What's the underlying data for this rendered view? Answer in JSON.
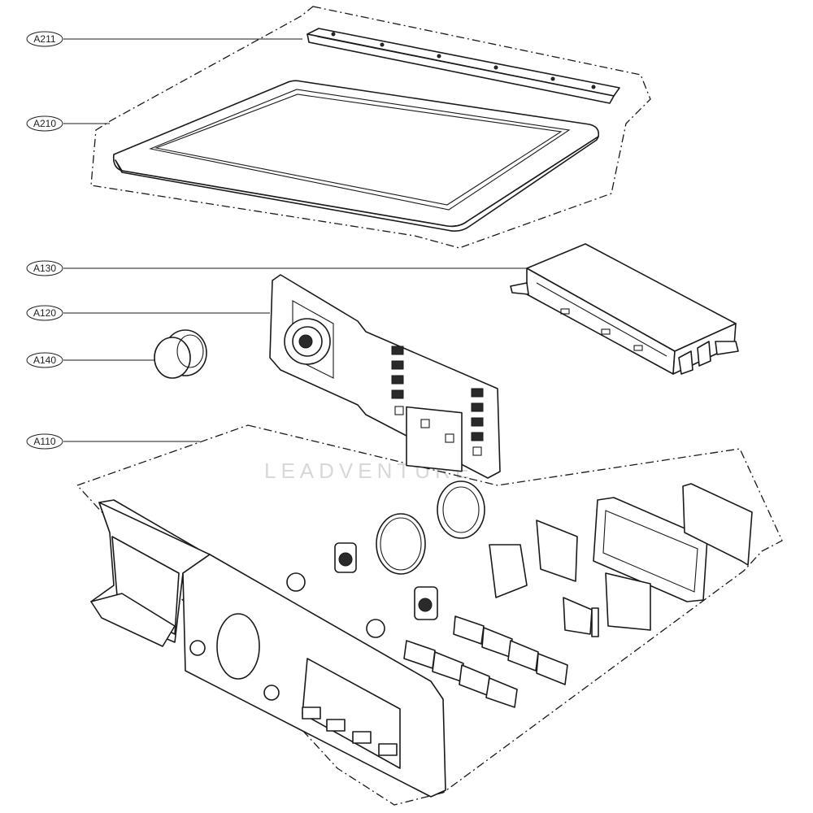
{
  "labels": {
    "a211": "A211",
    "a210": "A210",
    "a130": "A130",
    "a120": "A120",
    "a140": "A140",
    "a110": "A110"
  },
  "watermark": "LEADVENTURE"
}
